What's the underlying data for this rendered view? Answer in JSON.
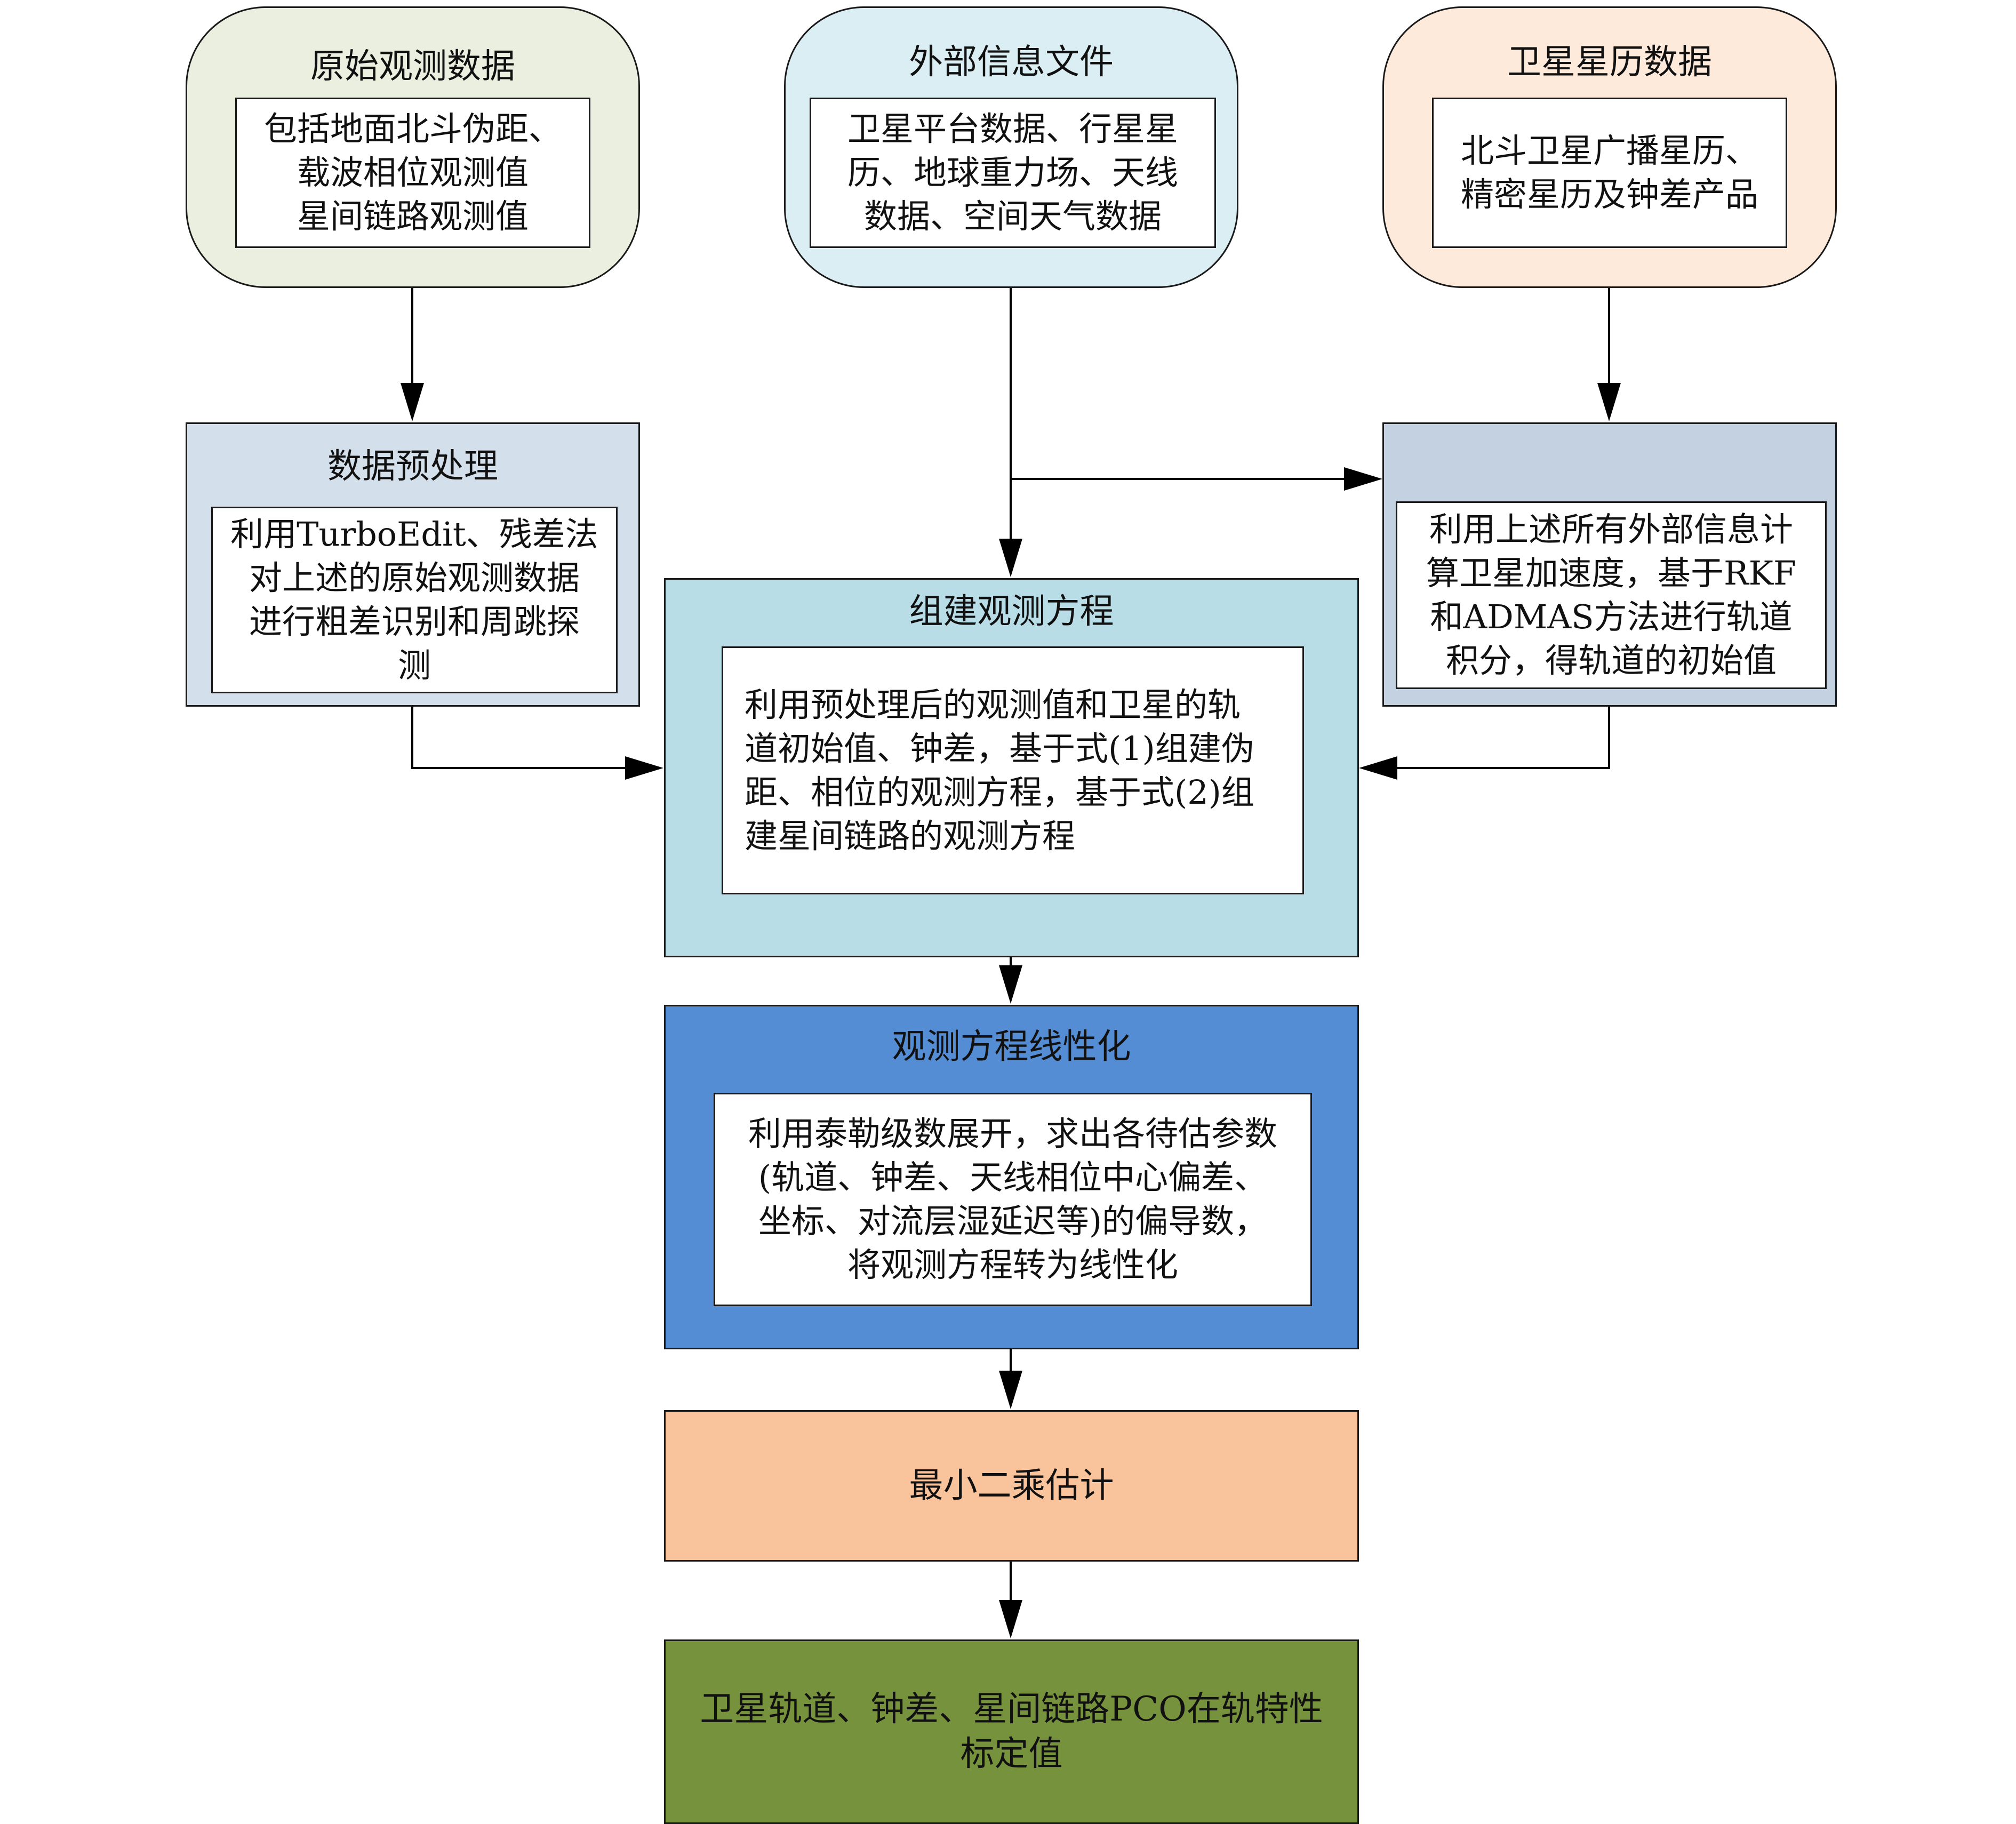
{
  "colors": {
    "raw": "#ebefdf",
    "external": "#dbeef4",
    "ephemeris": "#fdeadb",
    "preprocess": "#d3dfeb",
    "orbit_integration": "#c3d1e1",
    "observation_eq": "#b8dde7",
    "linearize": "#548dd4",
    "lsq": "#f9c49c",
    "result": "#76923c",
    "line": "#000000"
  },
  "nodes": {
    "raw_data": {
      "title": "原始观测数据",
      "body": [
        "包括地面北斗伪距、",
        "载波相位观测值",
        "星间链路观测值"
      ]
    },
    "external_info": {
      "title": "外部信息文件",
      "body": [
        "卫星平台数据、行星星",
        "历、地球重力场、天线",
        "数据、空间天气数据"
      ]
    },
    "ephemeris": {
      "title": "卫星星历数据",
      "body": [
        "北斗卫星广播星历、",
        "精密星历及钟差产品"
      ]
    },
    "preprocess": {
      "title": "数据预处理",
      "body": [
        "利用TurboEdit、残差法",
        "对上述的原始观测数据",
        "进行粗差识别和周跳探",
        "测"
      ]
    },
    "orbit_integration": {
      "body": [
        "利用上述所有外部信息计",
        "算卫星加速度，基于RKF",
        "和ADMAS方法进行轨道",
        "积分，得轨道的初始值"
      ]
    },
    "observation_eq": {
      "title": "组建观测方程",
      "body": [
        "利用预处理后的观测值和卫星的轨",
        "道初始值、钟差，基于式(1)组建伪",
        "距、相位的观测方程，基于式(2)组",
        "建星间链路的观测方程"
      ]
    },
    "linearize": {
      "title": "观测方程线性化",
      "body": [
        "利用泰勒级数展开，求出各待估参数",
        "(轨道、钟差、天线相位中心偏差、",
        "坐标、对流层湿延迟等)的偏导数，",
        "将观测方程转为线性化"
      ]
    },
    "lsq": {
      "label": "最小二乘估计"
    },
    "result": {
      "body": [
        "卫星轨道、钟差、星间链路PCO在轨特性",
        "标定值"
      ]
    }
  }
}
